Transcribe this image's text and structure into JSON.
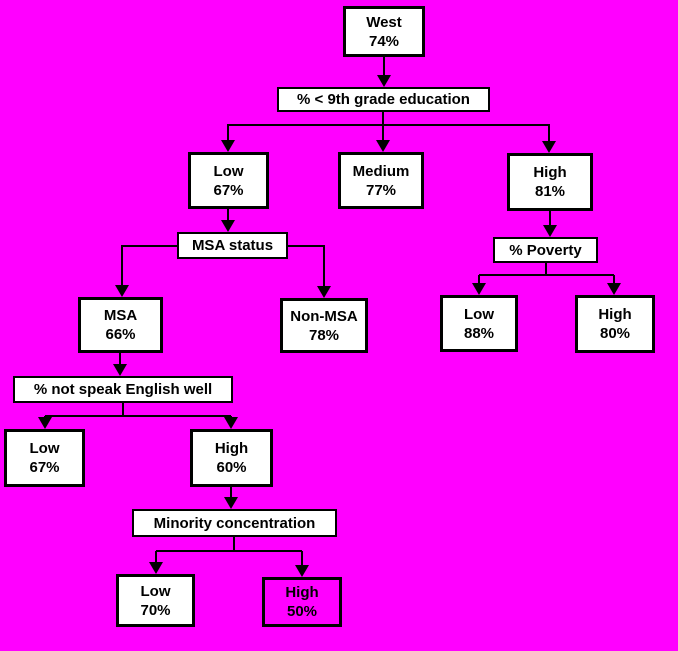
{
  "colors": {
    "background": "#FF00FF",
    "node_fill": "#FFFFFF",
    "node_border": "#000000",
    "line": "#000000",
    "text": "#000000",
    "highlighted_node_fill": "#FF00FF"
  },
  "nodes": {
    "west": {
      "label": "West",
      "value": "74%"
    },
    "edu_split": {
      "label": "% < 9th grade education"
    },
    "edu_low": {
      "label": "Low",
      "value": "67%"
    },
    "edu_medium": {
      "label": "Medium",
      "value": "77%"
    },
    "edu_high": {
      "label": "High",
      "value": "81%"
    },
    "msa_split": {
      "label": "MSA status"
    },
    "msa": {
      "label": "MSA",
      "value": "66%"
    },
    "non_msa": {
      "label": "Non-MSA",
      "value": "78%"
    },
    "poverty_split": {
      "label": "% Poverty"
    },
    "poverty_low": {
      "label": "Low",
      "value": "88%"
    },
    "poverty_high": {
      "label": "High",
      "value": "80%"
    },
    "english_split": {
      "label": "% not speak English well"
    },
    "english_low": {
      "label": "Low",
      "value": "67%"
    },
    "english_high": {
      "label": "High",
      "value": "60%"
    },
    "minority_split": {
      "label": "Minority concentration"
    },
    "minority_low": {
      "label": "Low",
      "value": "70%"
    },
    "minority_high": {
      "label": "High",
      "value": "50%"
    }
  },
  "edges": [
    [
      "west",
      "edu_split"
    ],
    [
      "edu_split",
      "edu_low"
    ],
    [
      "edu_split",
      "edu_medium"
    ],
    [
      "edu_split",
      "edu_high"
    ],
    [
      "edu_low",
      "msa_split"
    ],
    [
      "msa_split",
      "msa"
    ],
    [
      "msa_split",
      "non_msa"
    ],
    [
      "edu_high",
      "poverty_split"
    ],
    [
      "poverty_split",
      "poverty_low"
    ],
    [
      "poverty_split",
      "poverty_high"
    ],
    [
      "msa",
      "english_split"
    ],
    [
      "english_split",
      "english_low"
    ],
    [
      "english_split",
      "english_high"
    ],
    [
      "english_high",
      "minority_split"
    ],
    [
      "minority_split",
      "minority_low"
    ],
    [
      "minority_split",
      "minority_high"
    ]
  ]
}
